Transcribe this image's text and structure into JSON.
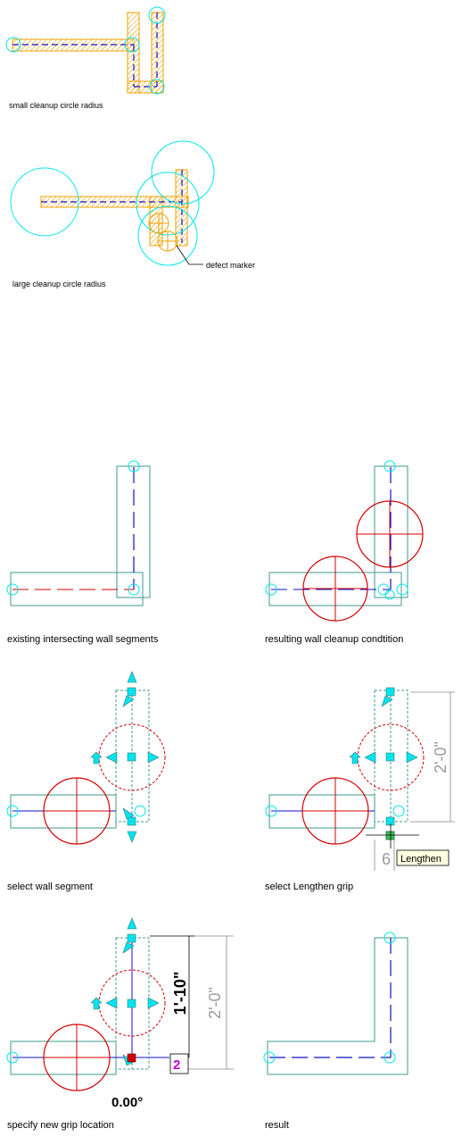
{
  "colors": {
    "wall_teal": "#3c9a8c",
    "grip_cyan": "#00e5ee",
    "cleanup_red": "#d40000",
    "centerline_blue": "#1010c8",
    "hatch_orange": "#f0a000",
    "hatch_yellow": "#e8c800",
    "magenta": "#cc00cc",
    "tooltip_bg": "#ffffe1"
  },
  "panel_top_small": {
    "caption": "small cleanup circle radius"
  },
  "panel_top_large": {
    "caption": "large cleanup circle radius",
    "callout": "defect marker"
  },
  "panel_1": {
    "caption": "existing intersecting wall segments"
  },
  "panel_2": {
    "caption": "resulting wall cleanup condtition"
  },
  "panel_3": {
    "caption": "select wall segment"
  },
  "panel_4": {
    "caption": "select Lengthen grip",
    "dimension": "2'-0\"",
    "tooltip": "Lengthen",
    "partial_dim": "6"
  },
  "panel_5": {
    "caption": "specify new grip location",
    "dimension_outer": "2'-0\"",
    "dimension_inner": "1'-10\"",
    "input_value": "2",
    "angle": "0.00°"
  },
  "panel_6": {
    "caption": "result"
  }
}
